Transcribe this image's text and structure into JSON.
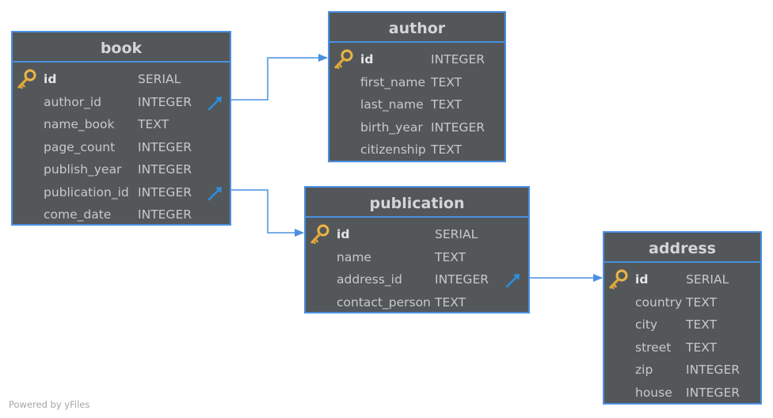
{
  "entities": {
    "book": {
      "title": "book",
      "fields": [
        {
          "name": "id",
          "type": "SERIAL",
          "pk": true,
          "fk": false
        },
        {
          "name": "author_id",
          "type": "INTEGER",
          "pk": false,
          "fk": true
        },
        {
          "name": "name_book",
          "type": "TEXT",
          "pk": false,
          "fk": false
        },
        {
          "name": "page_count",
          "type": "INTEGER",
          "pk": false,
          "fk": false
        },
        {
          "name": "publish_year",
          "type": "INTEGER",
          "pk": false,
          "fk": false
        },
        {
          "name": "publication_id",
          "type": "INTEGER",
          "pk": false,
          "fk": true
        },
        {
          "name": "come_date",
          "type": "INTEGER",
          "pk": false,
          "fk": false
        }
      ]
    },
    "author": {
      "title": "author",
      "fields": [
        {
          "name": "id",
          "type": "INTEGER",
          "pk": true,
          "fk": false
        },
        {
          "name": "first_name",
          "type": "TEXT",
          "pk": false,
          "fk": false
        },
        {
          "name": "last_name",
          "type": "TEXT",
          "pk": false,
          "fk": false
        },
        {
          "name": "birth_year",
          "type": "INTEGER",
          "pk": false,
          "fk": false
        },
        {
          "name": "citizenship",
          "type": "TEXT",
          "pk": false,
          "fk": false
        }
      ]
    },
    "publication": {
      "title": "publication",
      "fields": [
        {
          "name": "id",
          "type": "SERIAL",
          "pk": true,
          "fk": false
        },
        {
          "name": "name",
          "type": "TEXT",
          "pk": false,
          "fk": false
        },
        {
          "name": "address_id",
          "type": "INTEGER",
          "pk": false,
          "fk": true
        },
        {
          "name": "contact_person",
          "type": "TEXT",
          "pk": false,
          "fk": false
        }
      ]
    },
    "address": {
      "title": "address",
      "fields": [
        {
          "name": "id",
          "type": "SERIAL",
          "pk": true,
          "fk": false
        },
        {
          "name": "country",
          "type": "TEXT",
          "pk": false,
          "fk": false
        },
        {
          "name": "city",
          "type": "TEXT",
          "pk": false,
          "fk": false
        },
        {
          "name": "street",
          "type": "TEXT",
          "pk": false,
          "fk": false
        },
        {
          "name": "zip",
          "type": "INTEGER",
          "pk": false,
          "fk": false
        },
        {
          "name": "house",
          "type": "INTEGER",
          "pk": false,
          "fk": false
        }
      ]
    }
  },
  "relations": [
    {
      "from": "book.author_id",
      "to": "author.id"
    },
    {
      "from": "book.publication_id",
      "to": "publication.id"
    },
    {
      "from": "publication.address_id",
      "to": "address.id"
    }
  ],
  "footer": {
    "powered_by": "Powered by yFiles"
  },
  "colors": {
    "table_bg": "#53575a",
    "border": "#4a90e2",
    "title_text": "#d3d5d6",
    "field_text": "#c7c9ca",
    "connector": "#4a90e2",
    "key_icon": "#e0a93a",
    "fk_icon": "#2d8fe0"
  }
}
